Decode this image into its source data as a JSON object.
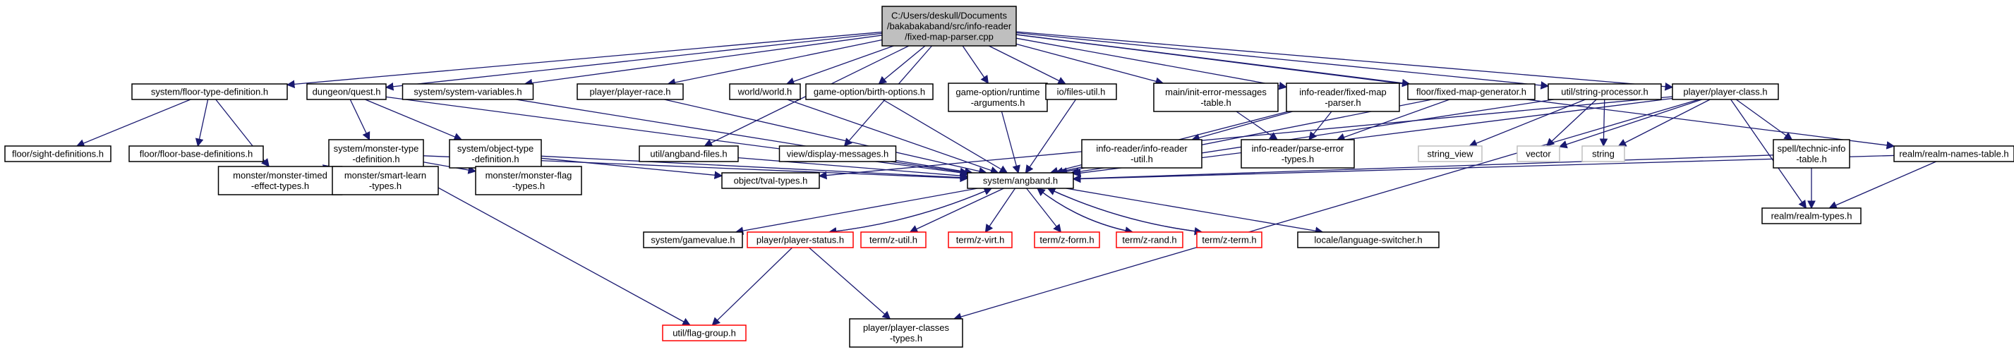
{
  "colors": {
    "edge": "#191970",
    "node_border": "#000000",
    "node_border_external": "#bfbfbf",
    "node_border_incomplete": "#ff0000",
    "root_fill": "#bfbfbf",
    "node_fill": "#ffffff",
    "text": "#000000",
    "text_external": "#7f7f7f"
  },
  "nodes": [
    {
      "id": "root",
      "lines": [
        "C:/Users/deskull/Documents",
        "/bakabakaband/src/info-reader",
        "/fixed-map-parser.cpp"
      ],
      "style": "root"
    },
    {
      "id": "floor_type_def",
      "lines": [
        "system/floor-type-definition.h"
      ],
      "style": "normal"
    },
    {
      "id": "dungeon_quest",
      "lines": [
        "dungeon/quest.h"
      ],
      "style": "normal"
    },
    {
      "id": "system_variables",
      "lines": [
        "system/system-variables.h"
      ],
      "style": "normal"
    },
    {
      "id": "player_race",
      "lines": [
        "player/player-race.h"
      ],
      "style": "normal"
    },
    {
      "id": "world",
      "lines": [
        "world/world.h"
      ],
      "style": "normal"
    },
    {
      "id": "birth_options",
      "lines": [
        "game-option/birth-options.h"
      ],
      "style": "normal"
    },
    {
      "id": "runtime_args",
      "lines": [
        "game-option/runtime",
        "-arguments.h"
      ],
      "style": "normal"
    },
    {
      "id": "files_util",
      "lines": [
        "io/files-util.h"
      ],
      "style": "normal"
    },
    {
      "id": "init_error",
      "lines": [
        "main/init-error-messages",
        "-table.h"
      ],
      "style": "normal"
    },
    {
      "id": "fixed_map_parser",
      "lines": [
        "info-reader/fixed-map",
        "-parser.h"
      ],
      "style": "normal"
    },
    {
      "id": "fixed_map_gen",
      "lines": [
        "floor/fixed-map-generator.h"
      ],
      "style": "normal"
    },
    {
      "id": "string_processor",
      "lines": [
        "util/string-processor.h"
      ],
      "style": "normal"
    },
    {
      "id": "player_class",
      "lines": [
        "player/player-class.h"
      ],
      "style": "normal"
    },
    {
      "id": "realm_names",
      "lines": [
        "realm/realm-names-table.h"
      ],
      "style": "normal"
    },
    {
      "id": "sight_defs",
      "lines": [
        "floor/sight-definitions.h"
      ],
      "style": "normal"
    },
    {
      "id": "floor_base_defs",
      "lines": [
        "floor/floor-base-definitions.h"
      ],
      "style": "normal"
    },
    {
      "id": "monster_type_def",
      "lines": [
        "system/monster-type",
        "-definition.h"
      ],
      "style": "normal"
    },
    {
      "id": "object_type_def",
      "lines": [
        "system/object-type",
        "-definition.h"
      ],
      "style": "normal"
    },
    {
      "id": "angband_files",
      "lines": [
        "util/angband-files.h"
      ],
      "style": "normal"
    },
    {
      "id": "display_messages",
      "lines": [
        "view/display-messages.h"
      ],
      "style": "normal"
    },
    {
      "id": "info_reader_util",
      "lines": [
        "info-reader/info-reader",
        "-util.h"
      ],
      "style": "normal"
    },
    {
      "id": "parse_error_types",
      "lines": [
        "info-reader/parse-error",
        "-types.h"
      ],
      "style": "normal"
    },
    {
      "id": "string_view",
      "lines": [
        "string_view"
      ],
      "style": "external"
    },
    {
      "id": "vector",
      "lines": [
        "vector"
      ],
      "style": "external"
    },
    {
      "id": "string",
      "lines": [
        "string"
      ],
      "style": "external"
    },
    {
      "id": "technic_info",
      "lines": [
        "spell/technic-info",
        "-table.h"
      ],
      "style": "normal"
    },
    {
      "id": "monster_timed",
      "lines": [
        "monster/monster-timed",
        "-effect-types.h"
      ],
      "style": "normal"
    },
    {
      "id": "smart_learn",
      "lines": [
        "monster/smart-learn",
        "-types.h"
      ],
      "style": "normal"
    },
    {
      "id": "monster_flag",
      "lines": [
        "monster/monster-flag",
        "-types.h"
      ],
      "style": "normal"
    },
    {
      "id": "tval_types",
      "lines": [
        "object/tval-types.h"
      ],
      "style": "normal"
    },
    {
      "id": "system_angband",
      "lines": [
        "system/angband.h"
      ],
      "style": "normal"
    },
    {
      "id": "realm_types",
      "lines": [
        "realm/realm-types.h"
      ],
      "style": "normal"
    },
    {
      "id": "gamevalue",
      "lines": [
        "system/gamevalue.h"
      ],
      "style": "normal"
    },
    {
      "id": "player_status",
      "lines": [
        "player/player-status.h"
      ],
      "style": "incomplete"
    },
    {
      "id": "z_util",
      "lines": [
        "term/z-util.h"
      ],
      "style": "incomplete"
    },
    {
      "id": "z_virt",
      "lines": [
        "term/z-virt.h"
      ],
      "style": "incomplete"
    },
    {
      "id": "z_form",
      "lines": [
        "term/z-form.h"
      ],
      "style": "incomplete"
    },
    {
      "id": "z_rand",
      "lines": [
        "term/z-rand.h"
      ],
      "style": "incomplete"
    },
    {
      "id": "z_term",
      "lines": [
        "term/z-term.h"
      ],
      "style": "incomplete"
    },
    {
      "id": "language_switcher",
      "lines": [
        "locale/language-switcher.h"
      ],
      "style": "normal"
    },
    {
      "id": "flag_group",
      "lines": [
        "util/flag-group.h"
      ],
      "style": "incomplete"
    },
    {
      "id": "player_classes_types",
      "lines": [
        "player/player-classes",
        "-types.h"
      ],
      "style": "normal"
    }
  ],
  "edges": [
    [
      "root",
      "floor_type_def"
    ],
    [
      "root",
      "dungeon_quest"
    ],
    [
      "root",
      "system_variables"
    ],
    [
      "root",
      "player_race"
    ],
    [
      "root",
      "world"
    ],
    [
      "root",
      "birth_options"
    ],
    [
      "root",
      "runtime_args"
    ],
    [
      "root",
      "files_util"
    ],
    [
      "root",
      "init_error"
    ],
    [
      "root",
      "fixed_map_parser"
    ],
    [
      "root",
      "fixed_map_gen"
    ],
    [
      "root",
      "string_processor"
    ],
    [
      "root",
      "player_class"
    ],
    [
      "root",
      "realm_names"
    ],
    [
      "root",
      "angband_files"
    ],
    [
      "root",
      "display_messages"
    ],
    [
      "floor_type_def",
      "sight_defs"
    ],
    [
      "floor_type_def",
      "floor_base_defs"
    ],
    [
      "floor_type_def",
      "monster_timed"
    ],
    [
      "dungeon_quest",
      "monster_type_def"
    ],
    [
      "dungeon_quest",
      "object_type_def"
    ],
    [
      "dungeon_quest",
      "system_angband"
    ],
    [
      "system_variables",
      "system_angband"
    ],
    [
      "player_race",
      "system_angband"
    ],
    [
      "world",
      "system_angband"
    ],
    [
      "birth_options",
      "system_angband"
    ],
    [
      "runtime_args",
      "system_angband"
    ],
    [
      "files_util",
      "system_angband"
    ],
    [
      "init_error",
      "parse_error_types"
    ],
    [
      "fixed_map_parser",
      "info_reader_util"
    ],
    [
      "fixed_map_parser",
      "parse_error_types"
    ],
    [
      "fixed_map_parser",
      "system_angband"
    ],
    [
      "fixed_map_gen",
      "parse_error_types"
    ],
    [
      "fixed_map_gen",
      "system_angband"
    ],
    [
      "string_processor",
      "string_view"
    ],
    [
      "string_processor",
      "vector"
    ],
    [
      "string_processor",
      "string"
    ],
    [
      "string_processor",
      "system_angband"
    ],
    [
      "player_class",
      "vector"
    ],
    [
      "player_class",
      "string"
    ],
    [
      "player_class",
      "technic_info"
    ],
    [
      "player_class",
      "realm_types"
    ],
    [
      "player_class",
      "system_angband"
    ],
    [
      "player_class",
      "tval_types"
    ],
    [
      "player_class",
      "player_classes_types"
    ],
    [
      "realm_names",
      "realm_types"
    ],
    [
      "realm_names",
      "system_angband"
    ],
    [
      "monster_type_def",
      "monster_timed"
    ],
    [
      "monster_type_def",
      "smart_learn"
    ],
    [
      "monster_type_def",
      "monster_flag"
    ],
    [
      "monster_type_def",
      "flag_group"
    ],
    [
      "monster_type_def",
      "system_angband"
    ],
    [
      "object_type_def",
      "tval_types"
    ],
    [
      "object_type_def",
      "system_angband"
    ],
    [
      "angband_files",
      "system_angband"
    ],
    [
      "display_messages",
      "system_angband"
    ],
    [
      "info_reader_util",
      "system_angband"
    ],
    [
      "technic_info",
      "realm_types"
    ],
    [
      "technic_info",
      "system_angband"
    ],
    [
      "system_angband",
      "gamevalue"
    ],
    [
      "system_angband",
      "player_status"
    ],
    [
      "system_angband",
      "z_util"
    ],
    [
      "system_angband",
      "z_virt"
    ],
    [
      "system_angband",
      "z_form"
    ],
    [
      "system_angband",
      "z_rand"
    ],
    [
      "system_angband",
      "z_term"
    ],
    [
      "system_angband",
      "language_switcher"
    ],
    [
      "player_status",
      "system_angband"
    ],
    [
      "z_rand",
      "system_angband"
    ],
    [
      "z_term",
      "system_angband"
    ],
    [
      "player_status",
      "flag_group"
    ],
    [
      "player_status",
      "player_classes_types"
    ]
  ]
}
